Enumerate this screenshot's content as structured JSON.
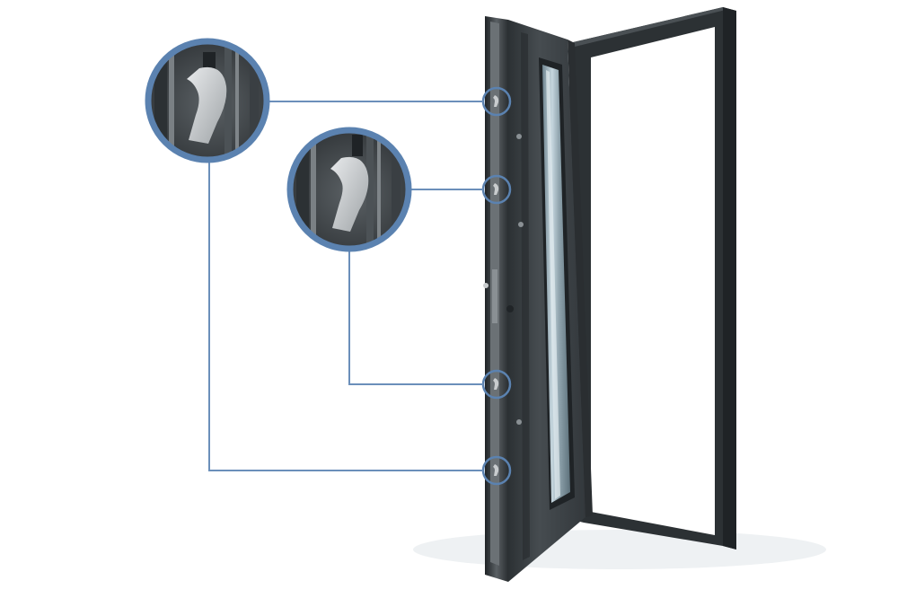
{
  "colors": {
    "background": "#ffffff",
    "frame": "#33383c",
    "frame_dark": "#1f2326",
    "door_panel": "#3c4145",
    "door_edge": "#2a2e31",
    "glass": "#8fa3ad",
    "glass_highlight": "#d5e2e8",
    "callout_ring": "#5b82b0",
    "callout_line": "#6b8fba",
    "latch": "#c9ccce",
    "floor_shadow": "#e9ecee"
  },
  "scene": {
    "subject": "door-with-multipoint-locking",
    "callouts": [
      {
        "id": "upper-detail",
        "magnifies": "hook-latch",
        "links_to_markers": [
          1,
          4
        ]
      },
      {
        "id": "lower-detail",
        "magnifies": "hook-latch",
        "links_to_markers": [
          2,
          3
        ]
      }
    ],
    "markers": [
      {
        "id": 1,
        "icon": "hook-latch-icon"
      },
      {
        "id": 2,
        "icon": "hook-latch-icon"
      },
      {
        "id": 3,
        "icon": "hook-latch-icon"
      },
      {
        "id": 4,
        "icon": "hook-latch-icon"
      }
    ]
  }
}
